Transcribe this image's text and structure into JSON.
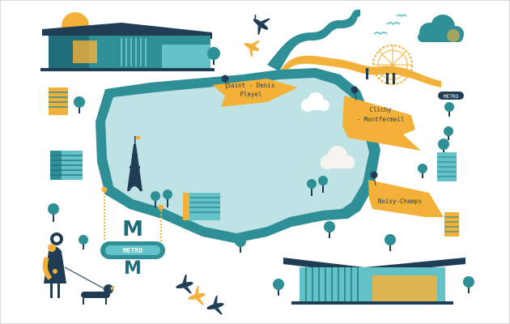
{
  "palette": {
    "teal": "#2f8f97",
    "teal_dark": "#1f6d78",
    "teal_light": "#62c2c8",
    "map_fill": "#bfe3e4",
    "yellow": "#f3b13a",
    "navy": "#1f3d55",
    "white": "#ffffff",
    "cloud": "#f6f4ee"
  },
  "banners": [
    {
      "id": "saint-denis",
      "lines": [
        "Saint - Denis",
        "Pleyel"
      ]
    },
    {
      "id": "clichy",
      "lines": [
        "Clichy",
        "- Montfermeil"
      ]
    },
    {
      "id": "noisy",
      "lines": [
        "Noisy-Champs"
      ]
    }
  ],
  "metro_sign": {
    "text": "METRO",
    "letter": "M"
  },
  "mini_sign": {
    "text": "METRO"
  },
  "icons": [
    "airplane-icon",
    "tree-icon",
    "eiffel-tower-icon",
    "ferris-wheel-icon",
    "cloud-icon",
    "bird-icon",
    "dog-icon",
    "map-pin-icon"
  ]
}
